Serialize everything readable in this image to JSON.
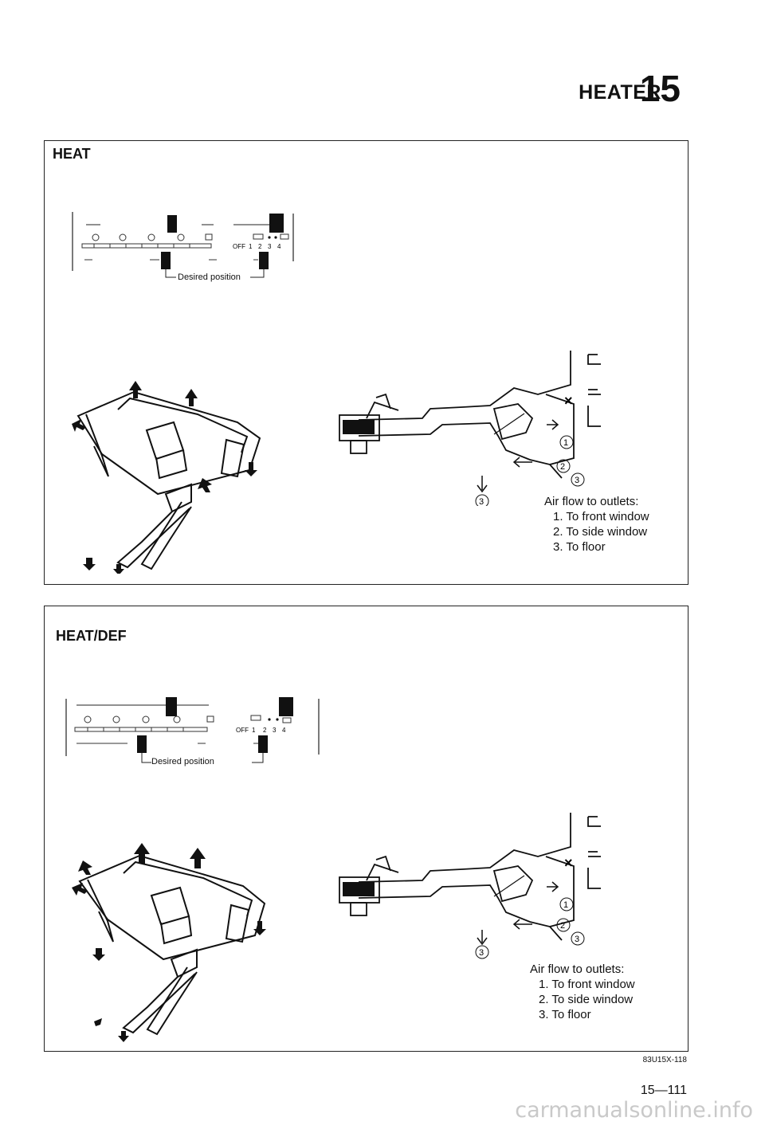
{
  "header": {
    "title": "HEATER",
    "section_number": "15"
  },
  "sections": [
    {
      "title": "HEAT",
      "desired_position": "Desired position",
      "fan_labels": [
        "OFF",
        "1",
        "2",
        "3",
        "4"
      ],
      "airflow_title": "Air flow to outlets:",
      "airflow_items": [
        "1. To front window",
        "2. To side window",
        "3. To floor"
      ]
    },
    {
      "title": "HEAT/DEF",
      "desired_position": "Desired position",
      "fan_labels": [
        "OFF",
        "1",
        "2",
        "3",
        "4"
      ],
      "airflow_title": "Air flow to outlets:",
      "airflow_items": [
        "1. To front window",
        "2. To side window",
        "3. To floor"
      ]
    }
  ],
  "outlet_markers": [
    "1",
    "2",
    "3"
  ],
  "figure_code": "83U15X-118",
  "page_number": "15—111",
  "watermark": "carmanualsonline.info"
}
